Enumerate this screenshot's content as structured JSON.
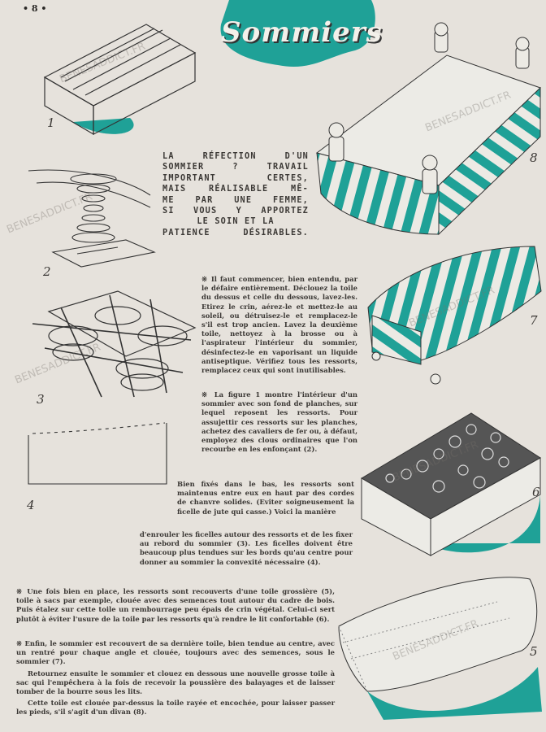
{
  "page_number": "• 8 •",
  "title": "Sommiers",
  "accent_color": "#1fa197",
  "watermark": "BENESADDICT.FR",
  "intro": [
    "LA RÉFECTION D'UN",
    "SOMMIER ? TRAVAIL",
    "IMPORTANT CERTES,",
    "MAIS RÉALISABLE MÊ-",
    "ME PAR UNE FEMME,",
    "SI VOUS Y APPORTEZ",
    "LE SOIN ET LA",
    "PATIENCE DÉSIRABLES."
  ],
  "figures": [
    "1",
    "2",
    "3",
    "4",
    "5",
    "6",
    "7",
    "8"
  ],
  "paragraphs": {
    "p1": "※ Il faut commencer, bien entendu, par le défaire entièrement. Déclouez la toile du dessus et celle du dessous, lavez-les. Etirez le crin, aérez-le et mettez-le au soleil, ou détruisez-le et remplacez-le s'il est trop ancien. Lavez la deuxième toile, nettoyez à la brosse ou à l'aspirateur l'intérieur du sommier, désinfectez-le en vaporisant un liquide antiseptique. Vérifiez tous les ressorts, remplacez ceux qui sont inutilisables.",
    "p2": "※ La figure 1 montre l'intérieur d'un sommier avec son fond de planches, sur lequel reposent les ressorts. Pour assujettir ces ressorts sur les planches, achetez des cavaliers de fer ou, à défaut, employez des clous ordinaires que l'on recourbe en les enfonçant (2).",
    "p3a": "Bien fixés dans le bas, les ressorts sont maintenus entre eux en haut par des cordes de chanvre solides. (Eviter soigneusement la ficelle de jute qui casse.) Voici la manière",
    "p3b": "d'enrouler les ficelles autour des ressorts et de les fixer au rebord du sommier (3). Les ficelles doivent être beaucoup plus tendues sur les bords qu'au centre pour donner au sommier la convexité nécessaire (4).",
    "p4": "※ Une fois bien en place, les ressorts sont recouverts d'une toile grossière (5), toile à sacs par exemple, clouée avec des semences tout autour du cadre de bois. Puis étalez sur cette toile un rembourrage peu épais de crin végétal. Celui-ci sert plutôt à éviter l'usure de la toile par les ressorts qu'à rendre le lit confortable (6).",
    "p5": "※ Enfin, le sommier est recouvert de sa dernière toile, bien tendue au centre, avec un rentré pour chaque angle et clouée, toujours avec des semences, sous le sommier (7).",
    "p6": "Retournez ensuite le sommier et clouez en dessous une nouvelle grosse toile à sac qui l'empêchera à la fois de recevoir la poussière des balayages et de laisser tomber de la bourre sous les lits.",
    "p7": "Cette toile est clouée par-dessus la toile rayée et encochée, pour laisser passer les pieds, s'il s'agit d'un divan (8)."
  }
}
